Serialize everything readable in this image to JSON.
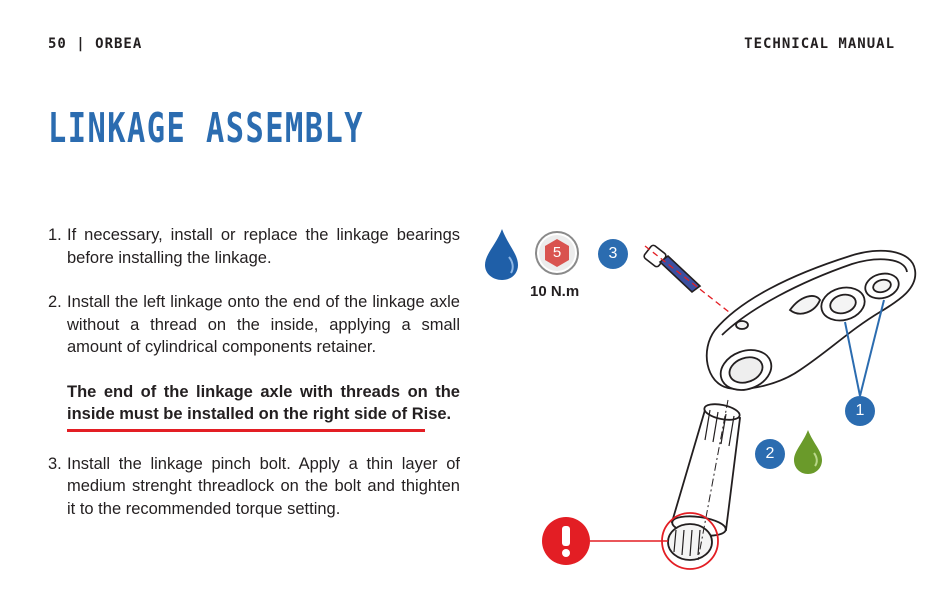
{
  "header": {
    "left": "50 | ORBEA",
    "right": "TECHNICAL MANUAL"
  },
  "title": "LINKAGE ASSEMBLY",
  "steps": [
    {
      "num": "1.",
      "text": "If necessary, install or replace the linkage bearings before installing the linkage."
    },
    {
      "num": "2.",
      "text": "Install the left linkage onto the end of the linkage axle without a thread on the inside, applying a small amount of cylindrical components retainer."
    },
    {
      "num": "3.",
      "text": "Install the linkage pinch bolt. Apply a thin layer of medium strenght threadlock on the bolt and thighten it to the recommended torque setting."
    }
  ],
  "warning": "The end of the linkage axle with threads on the inside must be installed on the right side of Rise.",
  "figure": {
    "torque_label": "10 N.m",
    "hex_number": "5",
    "callouts": {
      "bolt": "3",
      "bearings": "1",
      "retainer": "2"
    },
    "colors": {
      "blue": "#2b6cb0",
      "drop_blue": "#1f5fa8",
      "drop_green": "#6a9a2a",
      "red": "#e31e24",
      "hex_red": "#d9534f"
    },
    "icons": [
      "blue-drop-icon",
      "hex-bit-icon",
      "green-drop-icon",
      "exclamation-icon"
    ]
  }
}
